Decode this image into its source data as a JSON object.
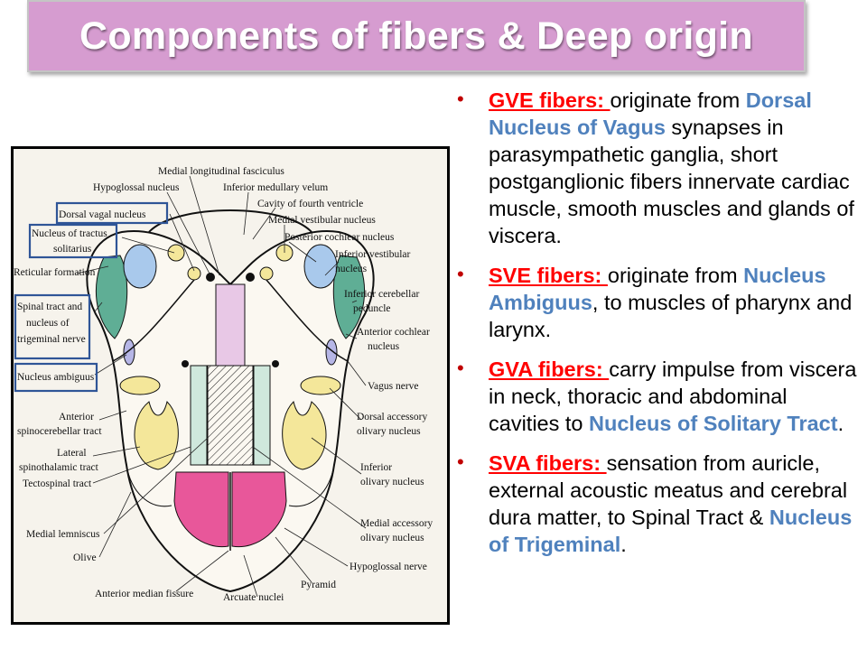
{
  "title": "Components of fibers  & Deep origin",
  "bullets": [
    {
      "term": "GVE fibers: ",
      "t1": "originate from ",
      "n1": "Dorsal Nucleus of Vagus",
      "t2": " synapses in parasympathetic ganglia, short postganglionic fibers innervate cardiac muscle, smooth muscles and glands of viscera.",
      "n2": "",
      "t3": ""
    },
    {
      "term": "SVE fibers: ",
      "t1": "originate from ",
      "n1": "Nucleus Ambiguus",
      "t2": ", to muscles of pharynx and larynx.",
      "n2": "",
      "t3": ""
    },
    {
      "term": "GVA fibers: ",
      "t1": "carry impulse from viscera in neck, thoracic and abdominal cavities to ",
      "n1": "Nucleus of Solitary Tract",
      "t2": ".",
      "n2": "",
      "t3": ""
    },
    {
      "term": "SVA fibers: ",
      "t1": "sensation from auricle, external acoustic meatus and cerebral dura matter,  to Spinal Tract & ",
      "n1": "Nucleus of Trigeminal",
      "t2": ".",
      "n2": "",
      "t3": ""
    }
  ],
  "diagram_labels": {
    "medial_longitudinal_fasciculus": "Medial longitudinal fasciculus",
    "hypoglossal_nucleus": "Hypoglossal nucleus",
    "inferior_medullary_velum": "Inferior medullary velum",
    "cavity_fourth_ventricle": "Cavity of fourth ventricle",
    "dorsal_vagal_nucleus": "Dorsal vagal nucleus",
    "medial_vestibular_nucleus": "Medial vestibular nucleus",
    "nucleus_tractus_solitarius_1": "Nucleus of tractus",
    "nucleus_tractus_solitarius_2": "solitarius",
    "posterior_cochlear_nucleus": "Posterior cochlear nucleus",
    "inferior_vestibular_1": "Inferior vestibular",
    "inferior_vestibular_2": "nucleus",
    "reticular_formation": "Reticular formation",
    "inferior_cerebellar_1": "Inferior cerebellar",
    "inferior_cerebellar_2": "peduncle",
    "spinal_tract_1": "Spinal tract and",
    "spinal_tract_2": "nucleus of",
    "spinal_tract_3": "trigeminal nerve",
    "anterior_cochlear_1": "Anterior cochlear",
    "anterior_cochlear_2": "nucleus",
    "nucleus_ambiguus": "Nucleus ambiguus",
    "vagus_nerve": "Vagus nerve",
    "anterior_spinocerebellar_1": "Anterior",
    "anterior_spinocerebellar_2": "spinocerebellar tract",
    "dorsal_accessory_1": "Dorsal accessory",
    "dorsal_accessory_2": "olivary nucleus",
    "lateral_spinothalamic_1": "Lateral",
    "lateral_spinothalamic_2": "spinothalamic tract",
    "tectospinal_tract": "Tectospinal tract",
    "inferior_olivary_1": "Inferior",
    "inferior_olivary_2": "olivary nucleus",
    "medial_lemniscus": "Medial lemniscus",
    "medial_accessory_1": "Medial accessory",
    "medial_accessory_2": "olivary nucleus",
    "olive": "Olive",
    "hypoglossal_nerve": "Hypoglossal nerve",
    "pyramid": "Pyramid",
    "anterior_median_fissure": "Anterior median fissure",
    "arcuate_nuclei": "Arcuate nuclei"
  },
  "colors": {
    "title_bg": "#d69cd0",
    "term_red": "#ff0000",
    "nucleus_blue": "#4f81bd",
    "pyramid_pink": "#e8579a",
    "tract_green": "#5fae95",
    "nucleus_light_blue": "#a9c9ec",
    "highlight_box": "#2f5597"
  }
}
